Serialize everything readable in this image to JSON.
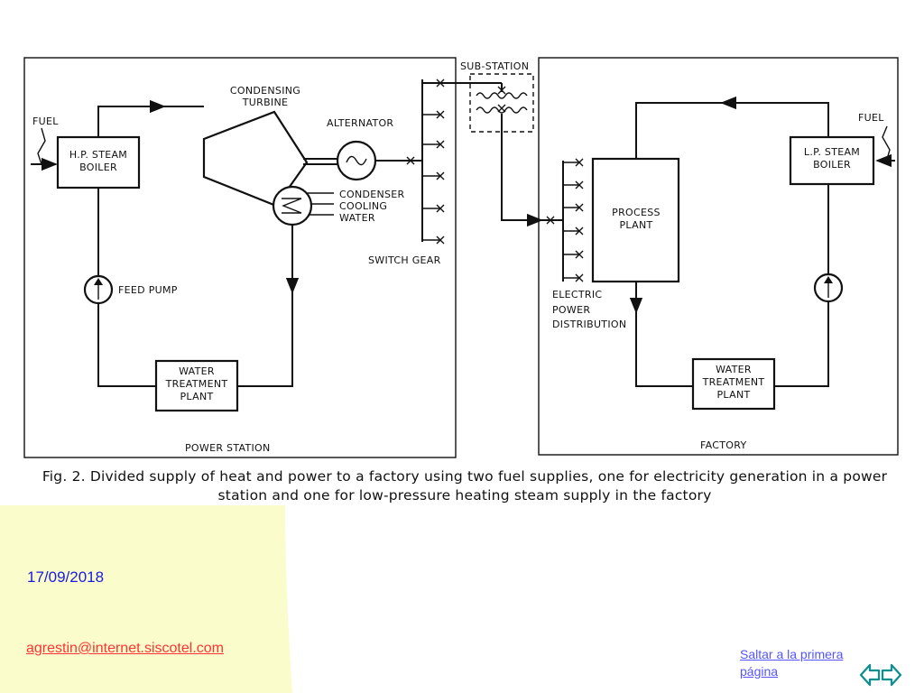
{
  "diagram": {
    "power_station": {
      "frame_label": "POWER STATION",
      "fuel_label": "FUEL",
      "boiler_label": [
        "H.P. STEAM",
        "BOILER"
      ],
      "turbine_label": [
        "CONDENSING",
        "TURBINE"
      ],
      "alternator_label": "ALTERNATOR",
      "condenser_label": [
        "CONDENSER",
        "COOLING",
        "WATER"
      ],
      "feed_pump_label": "FEED PUMP",
      "water_plant_label": [
        "WATER",
        "TREATMENT",
        "PLANT"
      ],
      "switch_gear_label": "SWITCH GEAR"
    },
    "substation_label": "SUB-STATION",
    "factory": {
      "frame_label": "FACTORY",
      "fuel_label": "FUEL",
      "boiler_label": [
        "L.P. STEAM",
        "BOILER"
      ],
      "process_plant_label": [
        "PROCESS",
        "PLANT"
      ],
      "distribution_label": [
        "ELECTRIC",
        "POWER",
        "DISTRIBUTION"
      ],
      "water_plant_label": [
        "WATER",
        "TREATMENT",
        "PLANT"
      ]
    },
    "caption_line1": "Fig. 2.  Divided supply of heat and power to a factory using two fuel supplies, one for electricity generation in a power",
    "caption_line2": "station and one for low-pressure heating steam supply in the factory"
  },
  "footer": {
    "date": "17/09/2018",
    "email": "agrestin@internet.siscotel.com",
    "jump_link": "Saltar a la primera página"
  },
  "nav": {
    "prev_icon": "arrow-left-icon",
    "next_icon": "arrow-right-icon"
  },
  "colors": {
    "panel_fill": "#fbfccb",
    "date": "#1a1ae0",
    "email": "#ff3333",
    "link": "#5555ff",
    "nav_arrow": "#0b8f8f"
  }
}
